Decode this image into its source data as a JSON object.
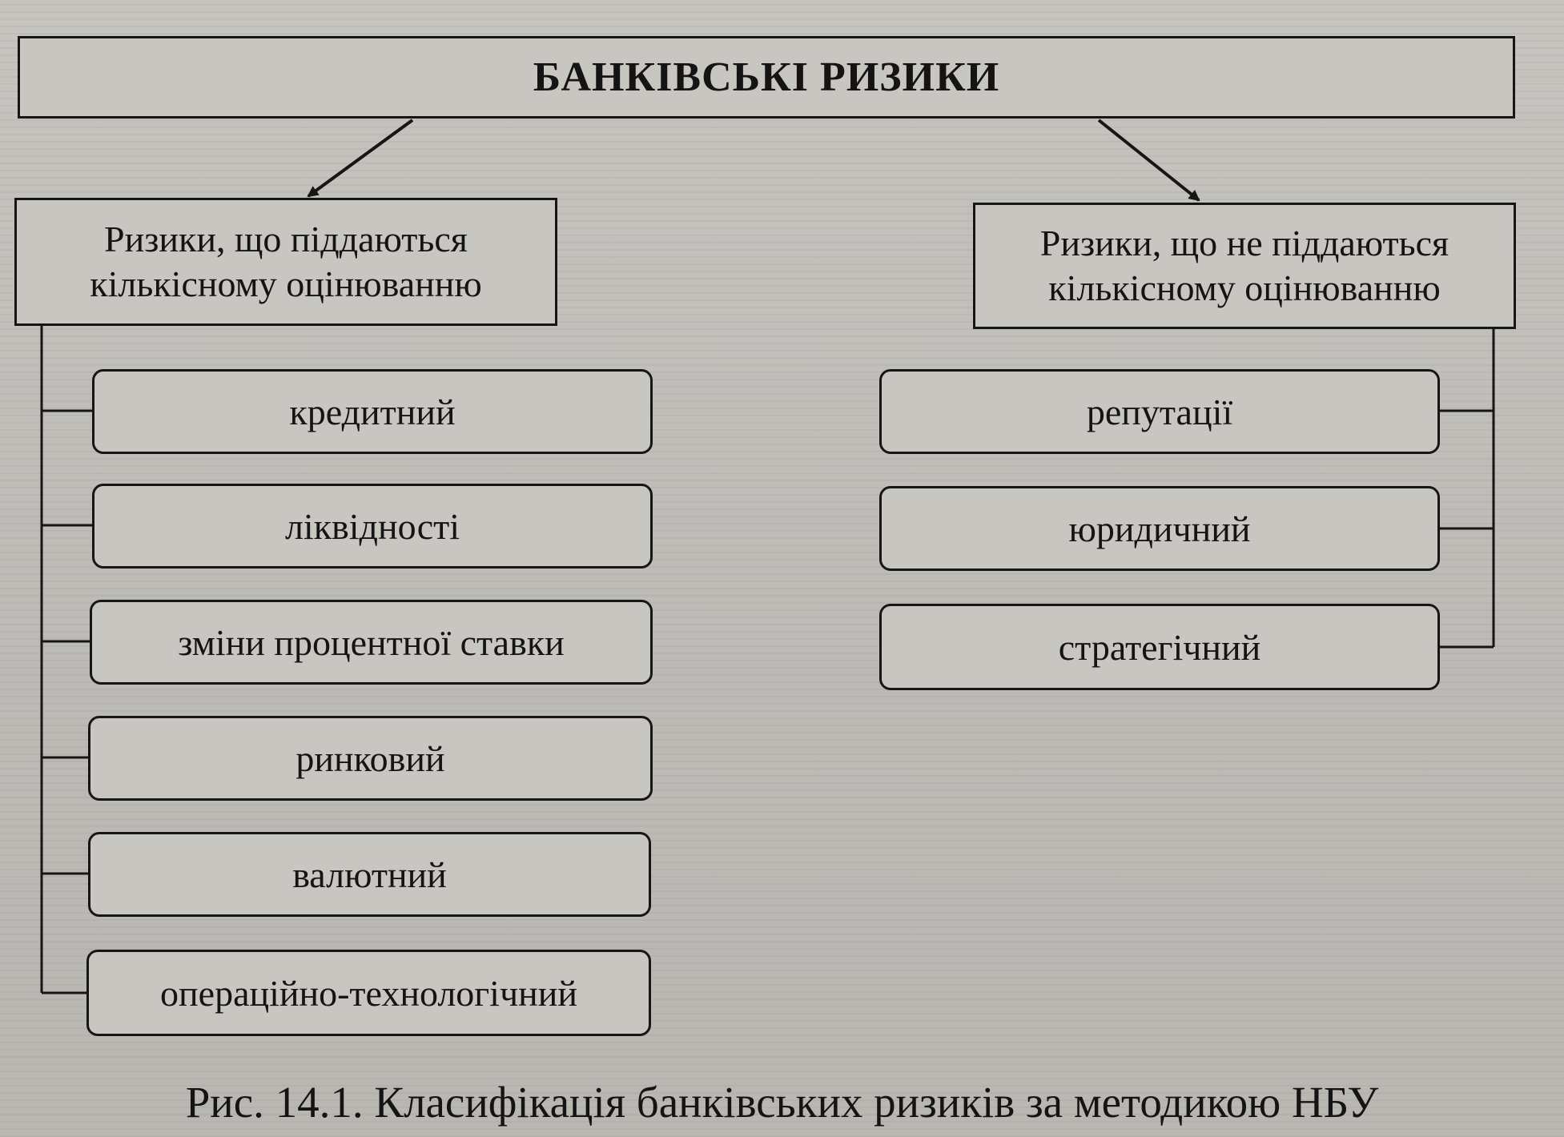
{
  "title": "БАНКІВСЬКІ РИЗИКИ",
  "left_category": {
    "line1": "Ризики, що піддаються",
    "line2": "кількісному оцінюванню",
    "items": [
      "кредитний",
      "ліквідності",
      "зміни процентної ставки",
      "ринковий",
      "валютний",
      "операційно-технологічний"
    ]
  },
  "right_category": {
    "line1": "Ризики, що не піддаються",
    "line2": "кількісному оцінюванню",
    "items": [
      "репутації",
      "юридичний",
      "стратегічний"
    ]
  },
  "caption": "Рис. 14.1. Класифікація банківських ризиків за методикою НБУ",
  "colors": {
    "line": "#161616",
    "box_fill": "#c8c6c1",
    "paper": "#bfbdb8"
  }
}
